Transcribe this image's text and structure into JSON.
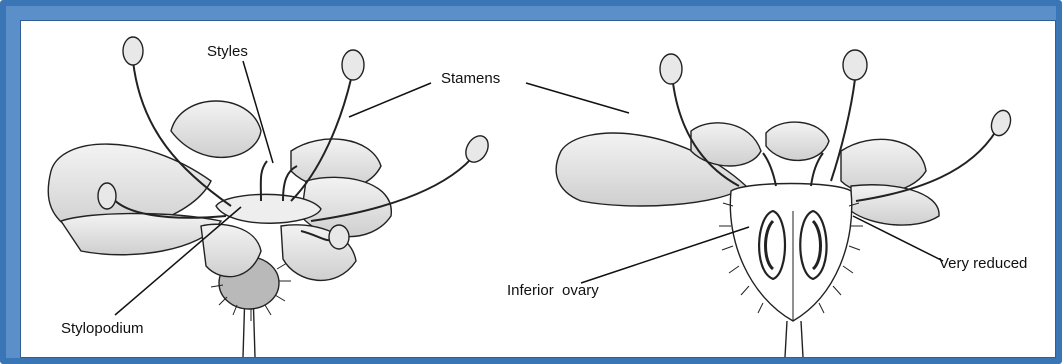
{
  "labels": {
    "styles": "Styles",
    "stamens": "Stamens",
    "stylopodium": "Stylopodium",
    "inferior_ovary": "Inferior  ovary",
    "very_reduced": "Very reduced"
  },
  "colors": {
    "frame": "#3a76b5",
    "frame_inner": "#5b8fca",
    "ink": "#222222",
    "shade": "#d9d9d9"
  }
}
